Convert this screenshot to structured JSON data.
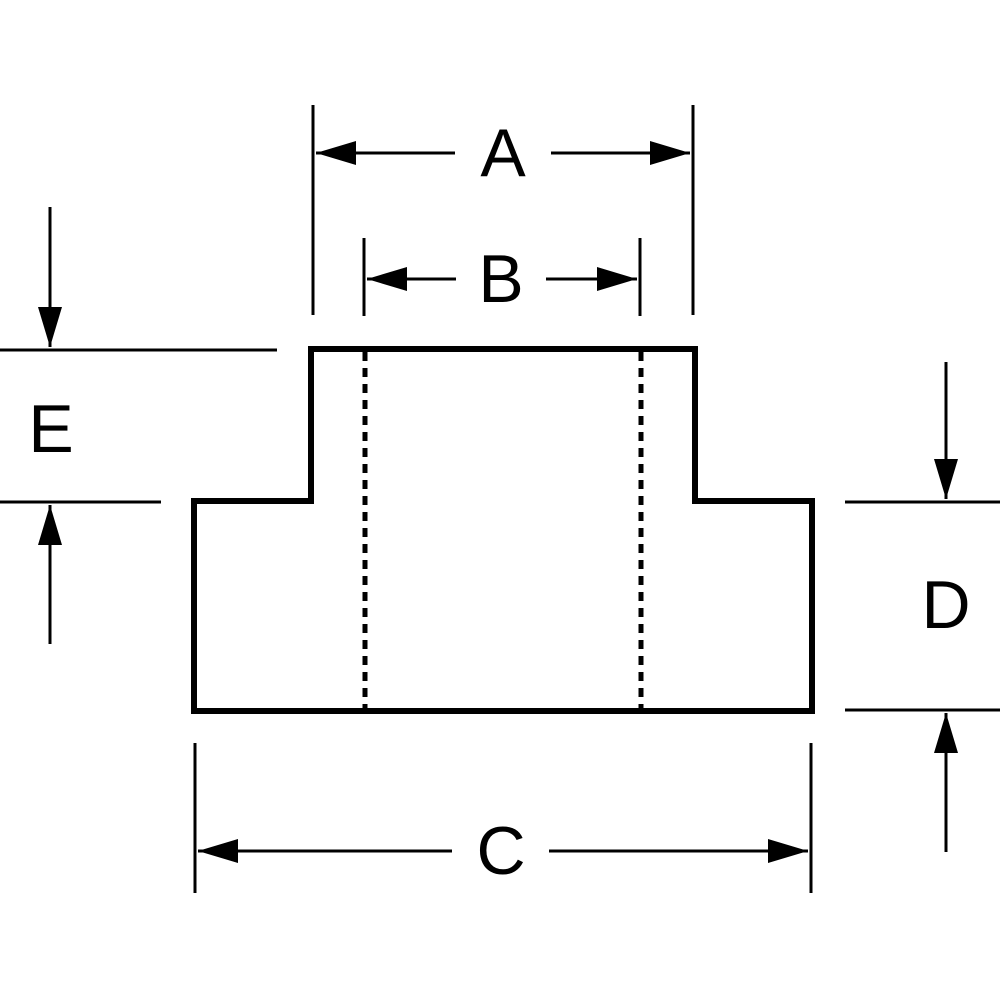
{
  "diagram": {
    "labels": {
      "A": "A",
      "B": "B",
      "C": "C",
      "D": "D",
      "E": "E"
    },
    "colors": {
      "stroke": "#000000",
      "background": "#ffffff"
    }
  }
}
